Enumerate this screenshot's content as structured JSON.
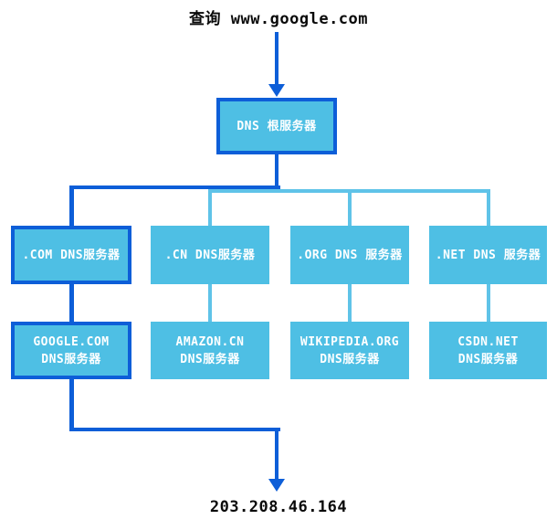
{
  "query": {
    "label": "查询 www.google.com"
  },
  "result": {
    "ip": "203.208.46.164"
  },
  "root_server": {
    "label": "DNS 根服务器",
    "highlighted": true
  },
  "tld_servers": [
    {
      "label": ".COM DNS服务器",
      "highlighted": true
    },
    {
      "label": ".CN DNS服务器",
      "highlighted": false
    },
    {
      "label": ".ORG DNS 服务器",
      "highlighted": false
    },
    {
      "label": ".NET DNS 服务器",
      "highlighted": false
    }
  ],
  "domain_servers": [
    {
      "line1": "GOOGLE.COM",
      "line2": "DNS服务器",
      "highlighted": true
    },
    {
      "line1": "AMAZON.CN",
      "line2": "DNS服务器",
      "highlighted": false
    },
    {
      "line1": "WIKIPEDIA.ORG",
      "line2": "DNS服务器",
      "highlighted": false
    },
    {
      "line1": "CSDN.NET",
      "line2": "DNS服务器",
      "highlighted": false
    }
  ],
  "colors": {
    "highlight_path": "#0d5ed8",
    "box_fill": "#4ebfe4",
    "connector_light": "#5fc3e8",
    "box_text": "#ffffff",
    "label_text": "#0a0a0a"
  }
}
